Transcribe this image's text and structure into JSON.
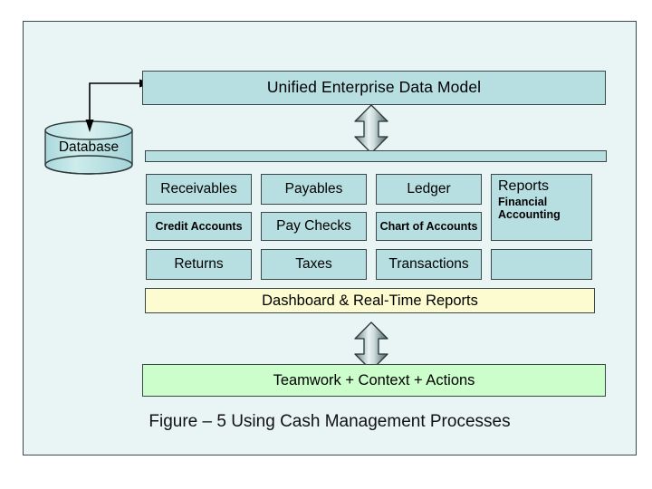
{
  "figure": {
    "caption": "Figure – 5  Using Cash Management Processes",
    "background_color": "#e9f5f4",
    "frame_border_color": "#3b4a4e",
    "box_fill_color": "#b7dfe2",
    "dashboard_fill_color": "#fdfcd0",
    "teamwork_fill_color": "#ccfecc"
  },
  "datastore": {
    "label": "Database",
    "icon": "cylinder-database-icon"
  },
  "connector": {
    "elbow_arrow": "double-headed-elbow-arrow",
    "vertical_arrow_top": "double-headed-vertical-arrow",
    "vertical_arrow_bottom": "double-headed-vertical-arrow"
  },
  "banner": {
    "label": "Unified Enterprise Data Model"
  },
  "divider_bar": {
    "label": ""
  },
  "grid": {
    "columns": [
      {
        "cells": [
          {
            "label": "Receivables",
            "bold": false
          },
          {
            "label": "Credit Accounts",
            "bold": true
          },
          {
            "label": "Returns",
            "bold": false
          }
        ]
      },
      {
        "cells": [
          {
            "label": "Payables",
            "bold": false
          },
          {
            "label": "Pay Checks",
            "bold": false
          },
          {
            "label": "Taxes",
            "bold": false
          }
        ]
      },
      {
        "cells": [
          {
            "label": "Ledger",
            "bold": false
          },
          {
            "label": "Chart of Accounts",
            "bold": true
          },
          {
            "label": "Transactions",
            "bold": false
          }
        ]
      }
    ],
    "reports": {
      "title": "Reports",
      "subtitle_line1": "Financial",
      "subtitle_line2": "Accounting"
    },
    "reports_empty": {
      "label": ""
    }
  },
  "dashboard": {
    "label": "Dashboard & Real-Time Reports"
  },
  "teamwork": {
    "label": "Teamwork + Context + Actions"
  }
}
